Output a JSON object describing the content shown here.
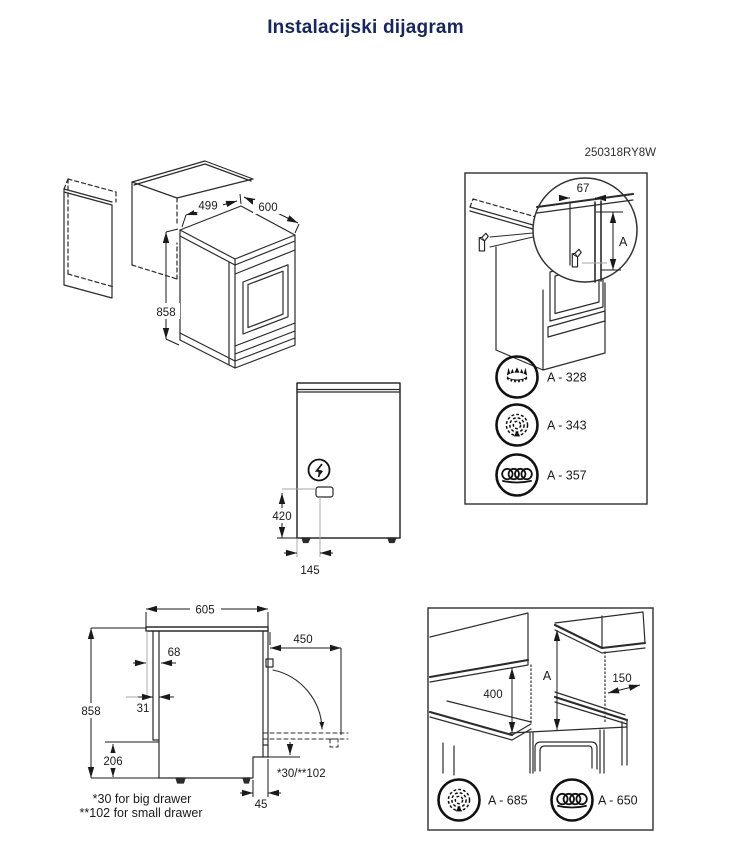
{
  "title": "Instalacijski dijagram",
  "model_code": "250318RY8W",
  "colors": {
    "title": "#17265e",
    "line": "#2b2b2b",
    "dim_text": "#1a1a1a",
    "gray": "#a6a6a6"
  },
  "iso_view": {
    "depth_top": "499",
    "width": "600",
    "height": "858"
  },
  "rear_detail": {
    "bracket_offset": "67",
    "height_ref": "A",
    "legend": [
      {
        "icon": "gas-burner-icon",
        "label": "A - 328"
      },
      {
        "icon": "radiant-hob-icon",
        "label": "A - 343"
      },
      {
        "icon": "coil-hob-icon",
        "label": "A - 357"
      }
    ]
  },
  "rear_view": {
    "socket_height": "420",
    "socket_offset": "145"
  },
  "side_view": {
    "depth": "605",
    "door_open": "450",
    "rear_gap": "68",
    "rear_panel": "31",
    "height": "858",
    "lower_rear_height": "206",
    "drawer_clearance": "*30/**102",
    "plinth_recess": "45",
    "notes": [
      "*30 for big drawer",
      "**102 for small drawer"
    ]
  },
  "clearance_view": {
    "hood_left": "400",
    "hood_center": "A",
    "side_gap": "150",
    "legend": [
      {
        "icon": "radiant-hob-icon",
        "label": "A - 685"
      },
      {
        "icon": "coil-hob-icon",
        "label": "A - 650"
      }
    ]
  }
}
